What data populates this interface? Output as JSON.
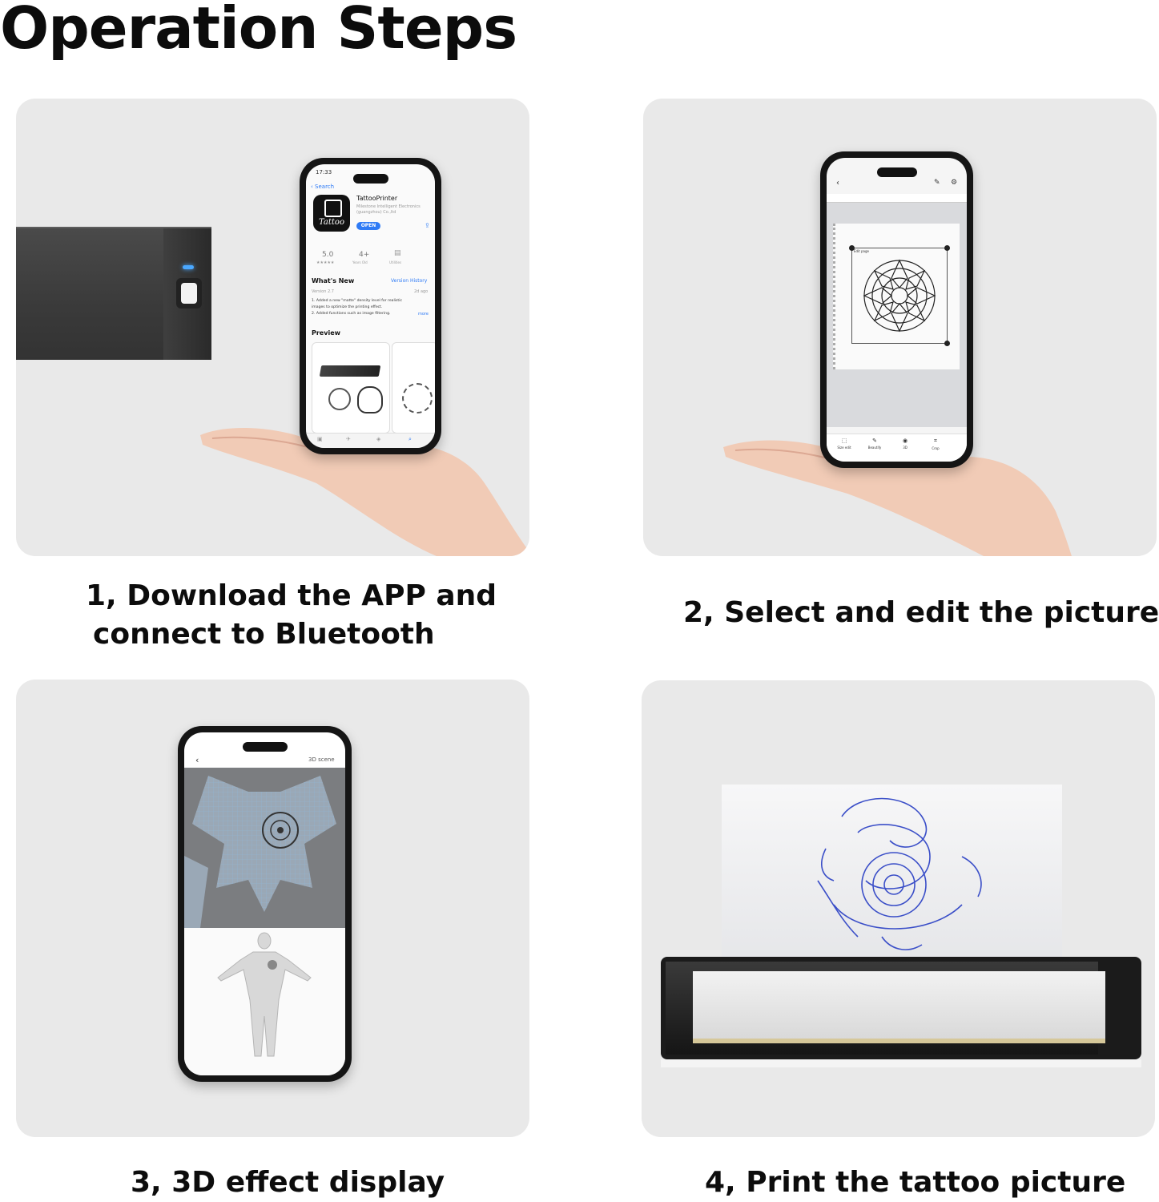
{
  "page": {
    "title": "Operation Steps"
  },
  "steps": [
    {
      "caption_lines": [
        "1, Download the APP and",
        "connect to Bluetooth"
      ]
    },
    {
      "caption_lines": [
        "2, Select and edit the picture"
      ]
    },
    {
      "caption_lines": [
        "3, 3D effect display"
      ]
    },
    {
      "caption_lines": [
        "4, Print the tattoo picture"
      ]
    }
  ],
  "phone1": {
    "time": "17:33",
    "back": "Search",
    "app_name": "TattooPrinter",
    "developer_line1": "Milestone Intelligent Electronics",
    "developer_line2": "(guangzhou) Co.,ltd",
    "open_button": "OPEN",
    "logo_text": "Tattoo",
    "rating": "5.0",
    "stars": "★★★★★",
    "age": "4+",
    "age_sub": "Years Old",
    "category": "Utilities",
    "whats_new": "What's New",
    "version_history": "Version History",
    "version": "Version 2.7",
    "date": "2d ago",
    "notes_1": "1. Added a new \"matte\" density level for realistic",
    "notes_2": "images to optimize the printing effect.",
    "notes_3": "2. Added functions such as image filtering.",
    "more": "more",
    "preview": "Preview"
  },
  "phone2": {
    "toolbar": [
      "Size edit",
      "Beautify",
      "3D",
      "Crop"
    ],
    "canvas_label": "Edit page"
  },
  "phone3": {
    "scene_label": "3D scene"
  },
  "colors": {
    "panel_bg": "#e9e9e9",
    "ios_blue": "#2f7bf5",
    "stencil_ink": "#3b4fc8"
  }
}
